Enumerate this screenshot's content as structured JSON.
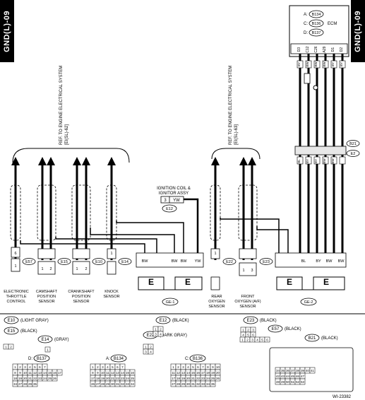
{
  "section_tag": "GND(L)-09",
  "figure_id": "WI-23382",
  "refs": {
    "left": {
      "line1": "REF. TO ENGINE ELECTRICAL SYSTEM",
      "line2": "[EI(SL)-62]"
    },
    "right": {
      "line1": "REF. TO ENGINE ELECTRICAL SYSTEM",
      "line2": "[EI(SL)-63]"
    }
  },
  "ecm": {
    "label": "ECM",
    "connectors": [
      {
        "letter": "A:",
        "id": "B134"
      },
      {
        "letter": "C:",
        "id": "B136"
      },
      {
        "letter": "D:",
        "id": "B137"
      }
    ],
    "pins": [
      "D3",
      "C12",
      "C26",
      "A29",
      "D1",
      "D2",
      "D3"
    ],
    "wire_colors": [
      "BY",
      "BW",
      "BW",
      "BW",
      "BY",
      "BY",
      "B"
    ]
  },
  "joint_connector": {
    "b21": "B21",
    "e2": "E2",
    "upper_pins": [
      "E2",
      "3A",
      "4A",
      "5A"
    ],
    "lower_colors": [
      "BL",
      "BY",
      "BY",
      "BW",
      "BW"
    ]
  },
  "ignition": {
    "line1": "IGNITION COIL &",
    "line2": "IGNITOR ASSY",
    "pin": "3",
    "color": "YW",
    "connector": "E12"
  },
  "components": [
    {
      "connector": "E57",
      "pins": [
        "1",
        "6"
      ],
      "color": "B",
      "name_lines": [
        "ELECTRONIC",
        "THROTTLE",
        "CONTROL"
      ]
    },
    {
      "connector": "E15",
      "pins": [
        "1",
        "2"
      ],
      "color": "B",
      "name_lines": [
        "CAMSHAFT",
        "POSITION",
        "SENSOR"
      ]
    },
    {
      "connector": "E10",
      "pins": [
        "1",
        "2"
      ],
      "color": "B",
      "name_lines": [
        "CRANKSHAFT",
        "POSITION",
        "SENSOR"
      ]
    },
    {
      "connector": "E14",
      "pins": [
        "1"
      ],
      "color": "B",
      "name_lines": [
        "KNOCK",
        "SENSOR"
      ]
    },
    {
      "connector": "E22",
      "pins": [
        "1"
      ],
      "color": "B",
      "name_lines": [
        "REAR",
        "OXYGEN",
        "SENSOR"
      ]
    },
    {
      "connector": "E23",
      "pins": [
        "1",
        "3"
      ],
      "color": "B",
      "name_lines": [
        "FRONT",
        "OXYGEN (A/F)",
        "SENSOR"
      ]
    }
  ],
  "grounds": [
    {
      "label": "GE-1",
      "wire_colors": [
        "BW",
        "BW",
        "BW",
        "YW"
      ]
    },
    {
      "label": "GE-2",
      "wire_colors": [
        "BL",
        "BY",
        "BW",
        "BW"
      ]
    }
  ],
  "connector_legend": [
    {
      "id": "E10",
      "desc": "(LIGHT GRAY)"
    },
    {
      "id": "E15",
      "desc": "(BLACK)"
    },
    {
      "id": "E14",
      "desc": "(GRAY)"
    },
    {
      "id": "E12",
      "desc": "(BLACK)"
    },
    {
      "id": "E22",
      "desc": "(DARK GRAY)"
    },
    {
      "id": "E23",
      "desc": "(BLACK)"
    },
    {
      "id": "E57",
      "desc": "(BLACK)"
    },
    {
      "id": "B21",
      "desc": "(BLACK)"
    },
    {
      "id": "B137",
      "desc": "D:"
    },
    {
      "id": "B134",
      "desc": "A:"
    },
    {
      "id": "B136",
      "desc": "C:"
    }
  ],
  "pin_blocks": {
    "e10_e15": [
      "1",
      "2"
    ],
    "e14": [
      "1"
    ],
    "e12": [
      "1",
      "2",
      "3",
      "4"
    ],
    "e22": [
      "1",
      "2",
      "3",
      "4"
    ],
    "e23": [
      "1",
      "2",
      "3",
      "4",
      "5",
      "6"
    ],
    "e57": [
      "1",
      "2",
      "3",
      "4",
      "5",
      "6"
    ],
    "b137": [
      [
        "1",
        "2",
        "3",
        "4",
        "5",
        "6",
        "7"
      ],
      [
        "8",
        "9",
        "10",
        "11",
        "12",
        "13",
        "14",
        "15",
        "16",
        "17"
      ],
      [
        "18",
        "19",
        "20",
        "21",
        "22",
        "23",
        "24",
        "25",
        "26"
      ],
      [
        "34",
        "27",
        "28",
        "29",
        "35"
      ]
    ],
    "b134": [
      [
        "1",
        "2",
        "3",
        "4",
        "5",
        "6",
        "7"
      ],
      [
        "8",
        "9",
        "10",
        "11",
        "12",
        "13",
        "14",
        "15",
        "16"
      ],
      [
        "17",
        "18",
        "19",
        "20",
        "21",
        "22",
        "23",
        "24",
        "25"
      ],
      [
        "26",
        "27",
        "28",
        "29",
        "30",
        "31",
        "32",
        "33",
        "34"
      ]
    ],
    "b136": [
      [
        "1",
        "2",
        "3",
        "4",
        "5",
        "6",
        "7",
        "8",
        "9",
        "10"
      ],
      [
        "11",
        "12",
        "13",
        "14",
        "15",
        "16",
        "17",
        "18",
        "19",
        "20"
      ],
      [
        "17",
        "18",
        "19",
        "20",
        "21",
        "22",
        "23",
        "24",
        "25",
        "26"
      ],
      [
        "27",
        "28",
        "29",
        "30",
        "31",
        "32",
        "33",
        "34",
        "35"
      ]
    ],
    "b21": [
      [
        "34",
        "35",
        "36",
        "37",
        "38",
        "39",
        "40",
        "41"
      ],
      [
        "42",
        "43",
        "44",
        "45",
        "46",
        "47"
      ],
      [
        "48",
        "49",
        "50",
        "51",
        "52",
        "53"
      ]
    ]
  },
  "colors": {
    "ink": "#000000",
    "paper": "#ffffff"
  }
}
